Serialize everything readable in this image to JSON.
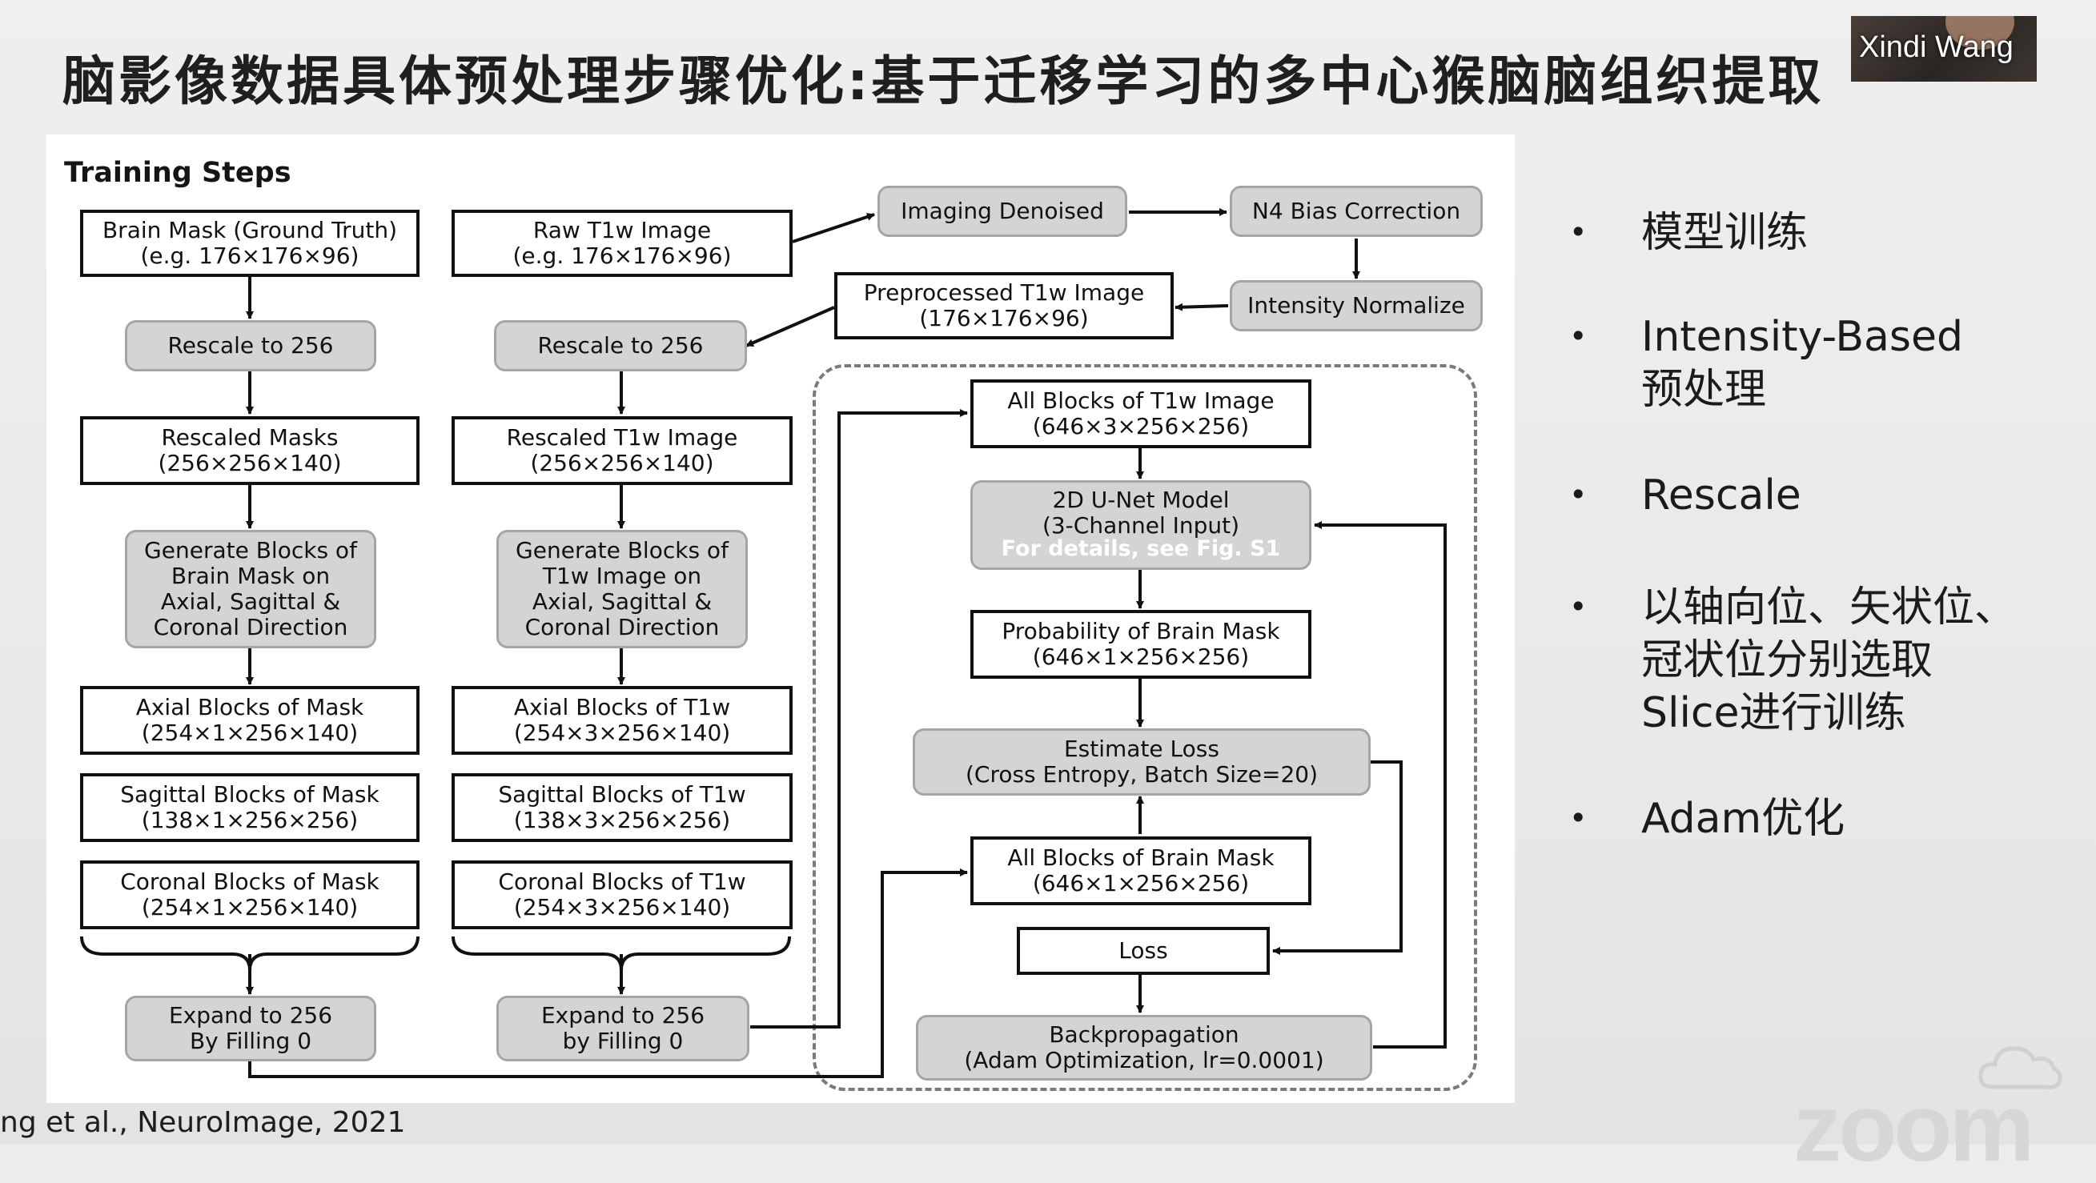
{
  "slide": {
    "title": "脑影像数据具体预处理步骤优化:基于迁移学习的多中心猴脑脑组织提取",
    "speaker_name": "Xindi Wang",
    "citation": "ng et al., NeuroImage, 2021",
    "logo_text": "zoom"
  },
  "figure": {
    "heading": "Training Steps",
    "left_column": [
      "Brain Mask (Ground Truth)\n(e.g. 176×176×96)",
      "Rescale to 256",
      "Rescaled Masks\n(256×256×140)",
      "Generate Blocks of\nBrain Mask on\nAxial, Sagittal &\nCoronal Direction",
      "Axial Blocks of Mask\n(254×1×256×140)",
      "Sagittal Blocks of Mask\n(138×1×256×256)",
      "Coronal Blocks of Mask\n(254×1×256×140)",
      "Expand to 256\nBy Filling 0"
    ],
    "mid_column": [
      "Raw T1w Image\n(e.g. 176×176×96)",
      "Rescale to 256",
      "Rescaled T1w Image\n(256×256×140)",
      "Generate Blocks of\nT1w Image on\nAxial, Sagittal &\nCoronal Direction",
      "Axial Blocks of T1w\n(254×3×256×140)",
      "Sagittal Blocks of T1w\n(138×3×256×256)",
      "Coronal Blocks of T1w\n(254×3×256×140)",
      "Expand to 256\nby Filling 0"
    ],
    "preprocess": {
      "denoise": "Imaging Denoised",
      "bias": "N4 Bias Correction",
      "normalize": "Intensity Normalize",
      "preprocessed": "Preprocessed T1w Image\n(176×176×96)"
    },
    "right_column": {
      "all_t1w": "All Blocks of T1w Image\n(646×3×256×256)",
      "unet": "2D U-Net Model\n(3-Channel Input)",
      "unet_note": "For details, see Fig. S1",
      "probability": "Probability of Brain Mask\n(646×1×256×256)",
      "estimate_loss": "Estimate Loss\n(Cross Entropy, Batch Size=20)",
      "all_mask": "All Blocks of Brain Mask\n(646×1×256×256)",
      "loss": "Loss",
      "backprop": "Backpropagation\n(Adam Optimization, lr=0.0001)"
    }
  },
  "bullets": [
    "模型训练",
    "Intensity-Based\n预处理",
    "Rescale",
    "以轴向位、矢状位、\n冠状位分别选取\nSlice进行训练",
    "Adam优化"
  ],
  "colors": {
    "gray_box": "#d4d4d4",
    "gray_border": "#a5a5a5",
    "line": "#111111",
    "dashed": "#7a7a7a"
  }
}
